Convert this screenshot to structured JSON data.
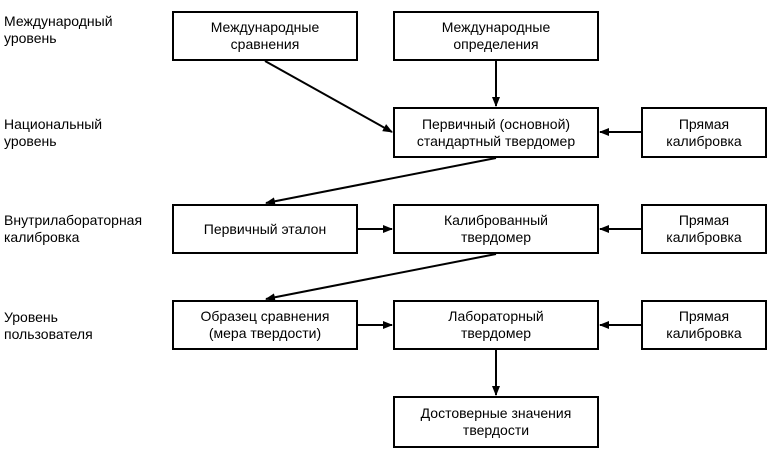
{
  "levels": {
    "international": "Международный\nуровень",
    "national": "Национальный\nуровень",
    "intralab": "Внутрилабораторная\nкалибровка",
    "user": "Уровень\nпользователя"
  },
  "boxes": {
    "intl_comparisons": "Международные\nсравнения",
    "intl_definitions": "Международные\nопределения",
    "primary_tester": "Первичный (основной)\nстандартный твердомер",
    "direct_calib_1": "Прямая\nкалибровка",
    "primary_standard": "Первичный эталон",
    "calibrated_tester": "Калиброванный\nтвердомер",
    "direct_calib_2": "Прямая\nкалибровка",
    "reference_block": "Образец сравнения\n(мера твердости)",
    "lab_tester": "Лабораторный\nтвердомер",
    "direct_calib_3": "Прямая\nкалибровка",
    "reliable_values": "Достоверные значения\nтвердости"
  }
}
